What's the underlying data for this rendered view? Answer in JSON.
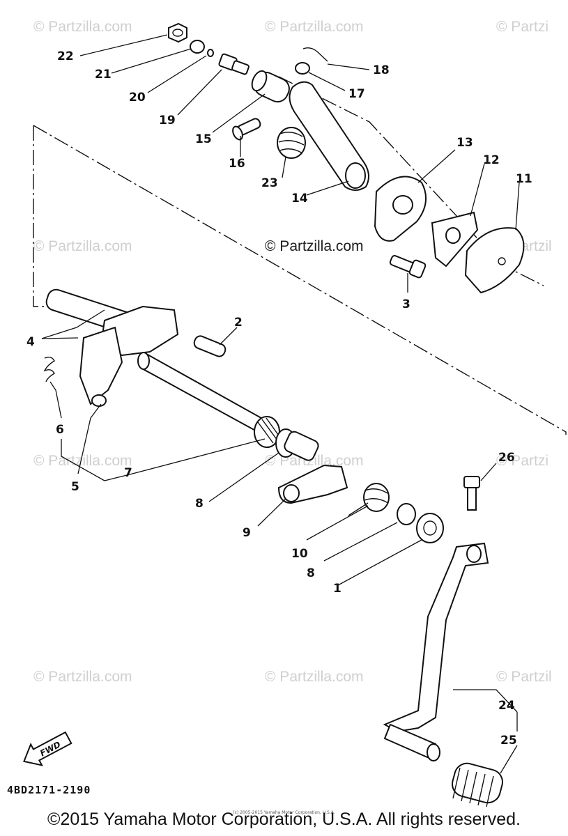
{
  "watermarks": [
    "© Partzilla.com",
    "© Partzilla.com",
    "© Partzi",
    "© Partzilla.com",
    "© Partzilla.com",
    "© Partzil",
    "© Partzilla.com",
    "© Partzilla.com",
    "© Partzi",
    "© Partzilla.com",
    "© Partzilla.com",
    "© Partzil"
  ],
  "center_watermark": "© Partzilla.com",
  "callouts": [
    "22",
    "21",
    "20",
    "19",
    "15",
    "16",
    "18",
    "17",
    "23",
    "14",
    "13",
    "12",
    "11",
    "3",
    "2",
    "4",
    "6",
    "5",
    "7",
    "8",
    "9",
    "10",
    "8",
    "1",
    "26",
    "24",
    "25"
  ],
  "fwd_label": "FWD",
  "diagram_code": "4BD2171-2190",
  "copyright": "©2015 Yamaha Motor Corporation, U.S.A. All rights reserved.",
  "copyright_small": "(c) 2005-2015 Yamaha Motor Corporation, U.S.A."
}
